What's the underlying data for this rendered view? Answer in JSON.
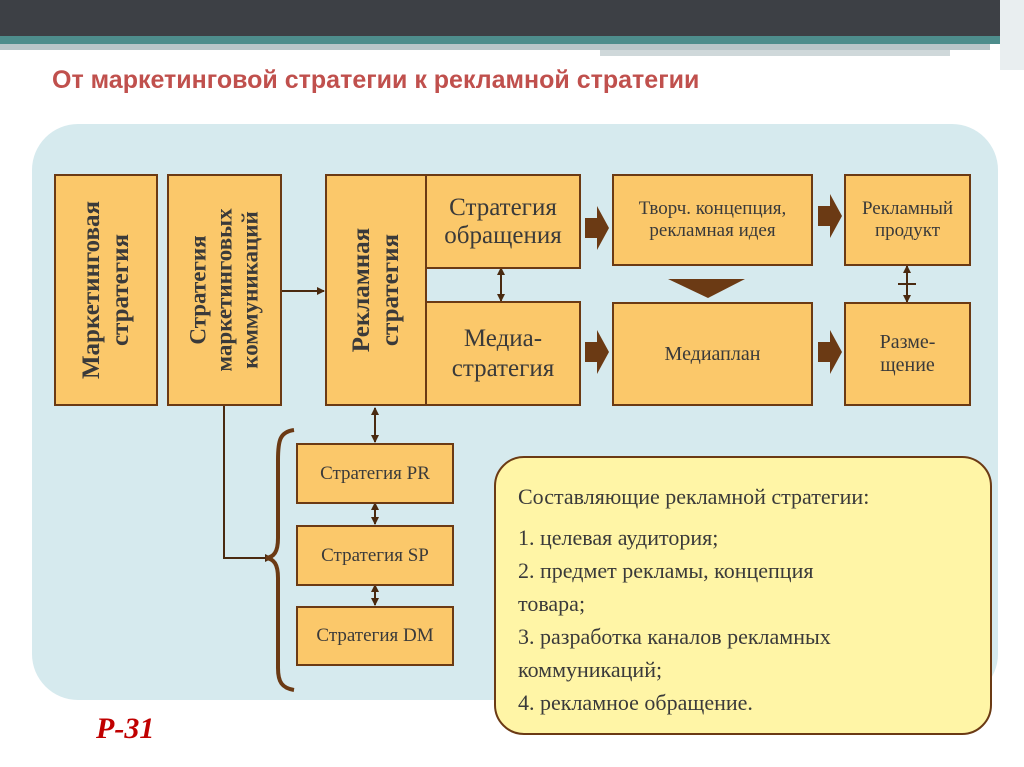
{
  "header": {
    "dark_color": "#3d4045",
    "teal_color": "#4e8d8c"
  },
  "title": "От маркетинговой стратегии к рекламной стратегии",
  "diagram": {
    "marketing_strategy": {
      "line1": "Маркетинговая",
      "line2": "стратегия"
    },
    "mc_strategy": {
      "line1": "Стратегия",
      "line2": "маркетинговых",
      "line3": "коммуникаций"
    },
    "ad_strategy": {
      "line1": "Рекламная",
      "line2": "стратегия"
    },
    "message_strategy": {
      "line1": "Стратегия",
      "line2": "обращения"
    },
    "media_strategy": {
      "line1": "Медиа-",
      "line2": "стратегия"
    },
    "creative_concept": {
      "line1": "Творч. концепция,",
      "line2": "рекламная идея"
    },
    "ad_product": {
      "line1": "Рекламный",
      "line2": "продукт"
    },
    "media_plan": "Медиаплан",
    "placement": {
      "line1": "Разме-",
      "line2": "щение"
    },
    "pr_strategy": "Стратегия PR",
    "sp_strategy": "Стратегия SP",
    "dm_strategy": "Стратегия DM"
  },
  "components": {
    "heading": "Составляющие рекламной стратегии:",
    "items": [
      "1. целевая аудитория;",
      "2. предмет рекламы, концепция",
      "товара;",
      "3. разработка каналов рекламных",
      "коммуникаций;",
      "4. рекламное обращение."
    ]
  },
  "footer_label": "Р-31",
  "colors": {
    "box": "#fbc86a",
    "border": "#6b3a14",
    "panel": "#d6eaee",
    "note": "#fff5a6",
    "title": "#c0504d"
  }
}
